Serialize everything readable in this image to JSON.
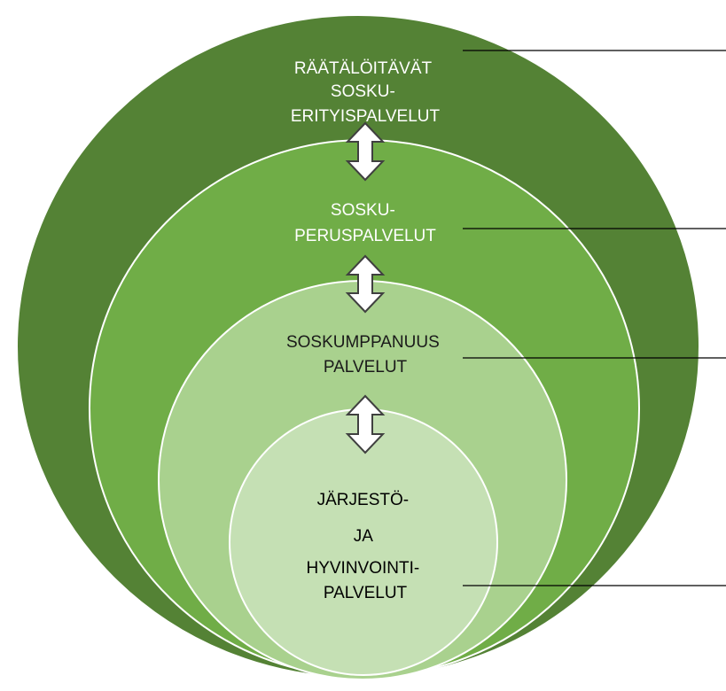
{
  "layers": [
    {
      "id": "outer",
      "lines": [
        "RÄÄTÄLÖITÄVÄT",
        "SOSKU-",
        "ERITYISPALVELUT"
      ],
      "fill": "#548235",
      "text_color": "#ffffff"
    },
    {
      "id": "second",
      "lines": [
        "SOSKU-",
        "PERUSPALVELUT"
      ],
      "fill": "#70AD47",
      "text_color": "#ffffff"
    },
    {
      "id": "third",
      "lines": [
        "SOSKUMPPANUUS",
        "PALVELUT"
      ],
      "fill": "#A9D18E",
      "text_color": "#1a1a1a"
    },
    {
      "id": "inner",
      "lines": [
        "JÄRJESTÖ-",
        "JA",
        "HYVINVOINTI-",
        "PALVELUT"
      ],
      "fill": "#C5E0B4",
      "text_color": "#000000"
    }
  ],
  "arrow_fill": "#ffffff",
  "arrow_stroke": "#404040",
  "border_color": "#ffffff",
  "leader_color": "#000000"
}
